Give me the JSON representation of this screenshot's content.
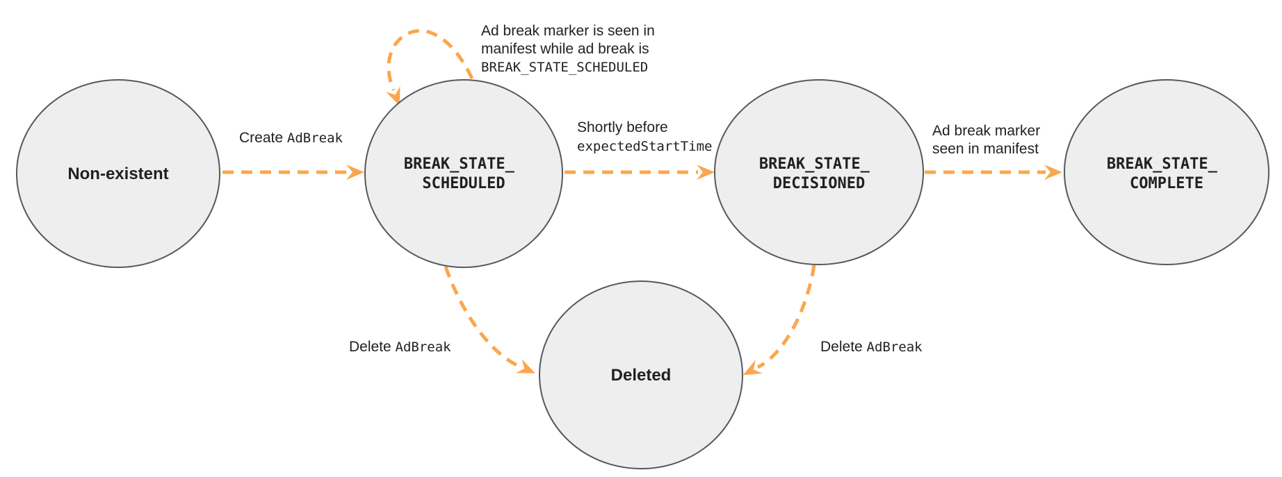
{
  "diagram": {
    "type": "state-machine",
    "colors": {
      "arrow": "#FBA64C",
      "node_fill": "#EEEEEE",
      "node_stroke": "#55585C",
      "text": "#202124"
    },
    "nodes": {
      "non_existent": {
        "label": "Non-existent"
      },
      "scheduled": {
        "line1": "BREAK_STATE_",
        "line2": "SCHEDULED"
      },
      "decisioned": {
        "line1": "BREAK_STATE_",
        "line2": "DECISIONED"
      },
      "complete": {
        "line1": "BREAK_STATE_",
        "line2": "COMPLETE"
      },
      "deleted": {
        "label": "Deleted"
      }
    },
    "edges": {
      "create": {
        "text": "Create ",
        "code": "AdBreak"
      },
      "self_loop": {
        "line1": "Ad break marker is seen in",
        "line2": "manifest while ad break is",
        "line3_code": "BREAK_STATE_SCHEDULED"
      },
      "to_decisioned": {
        "text": "Shortly before",
        "code": "expectedStartTime"
      },
      "to_complete": {
        "line1": "Ad break marker",
        "line2": "seen in manifest"
      },
      "delete_from_scheduled": {
        "text": "Delete ",
        "code": "AdBreak"
      },
      "delete_from_decisioned": {
        "text": "Delete ",
        "code": "AdBreak"
      }
    }
  }
}
